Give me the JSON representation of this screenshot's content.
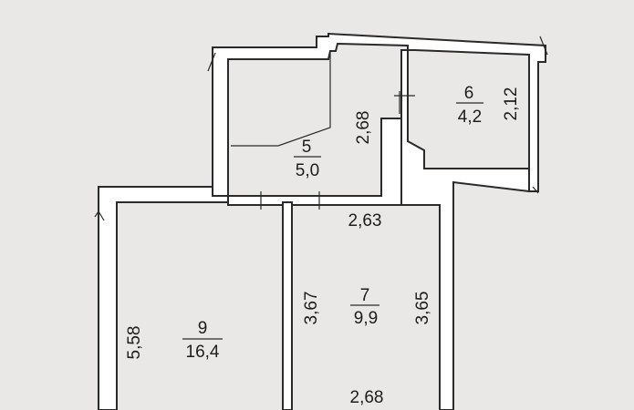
{
  "plan": {
    "rooms": [
      {
        "number": "5",
        "area": "5,0"
      },
      {
        "number": "6",
        "area": "4,2"
      },
      {
        "number": "7",
        "area": "9,9"
      },
      {
        "number": "9",
        "area": "16,4"
      }
    ],
    "dimensions": {
      "room5_height": "2,68",
      "room6_height": "2,12",
      "room7_top_width": "2,63",
      "room7_left_height": "3,67",
      "room7_right_height": "3,65",
      "room7_bottom_width": "2,68",
      "room9_height": "5,58"
    }
  }
}
